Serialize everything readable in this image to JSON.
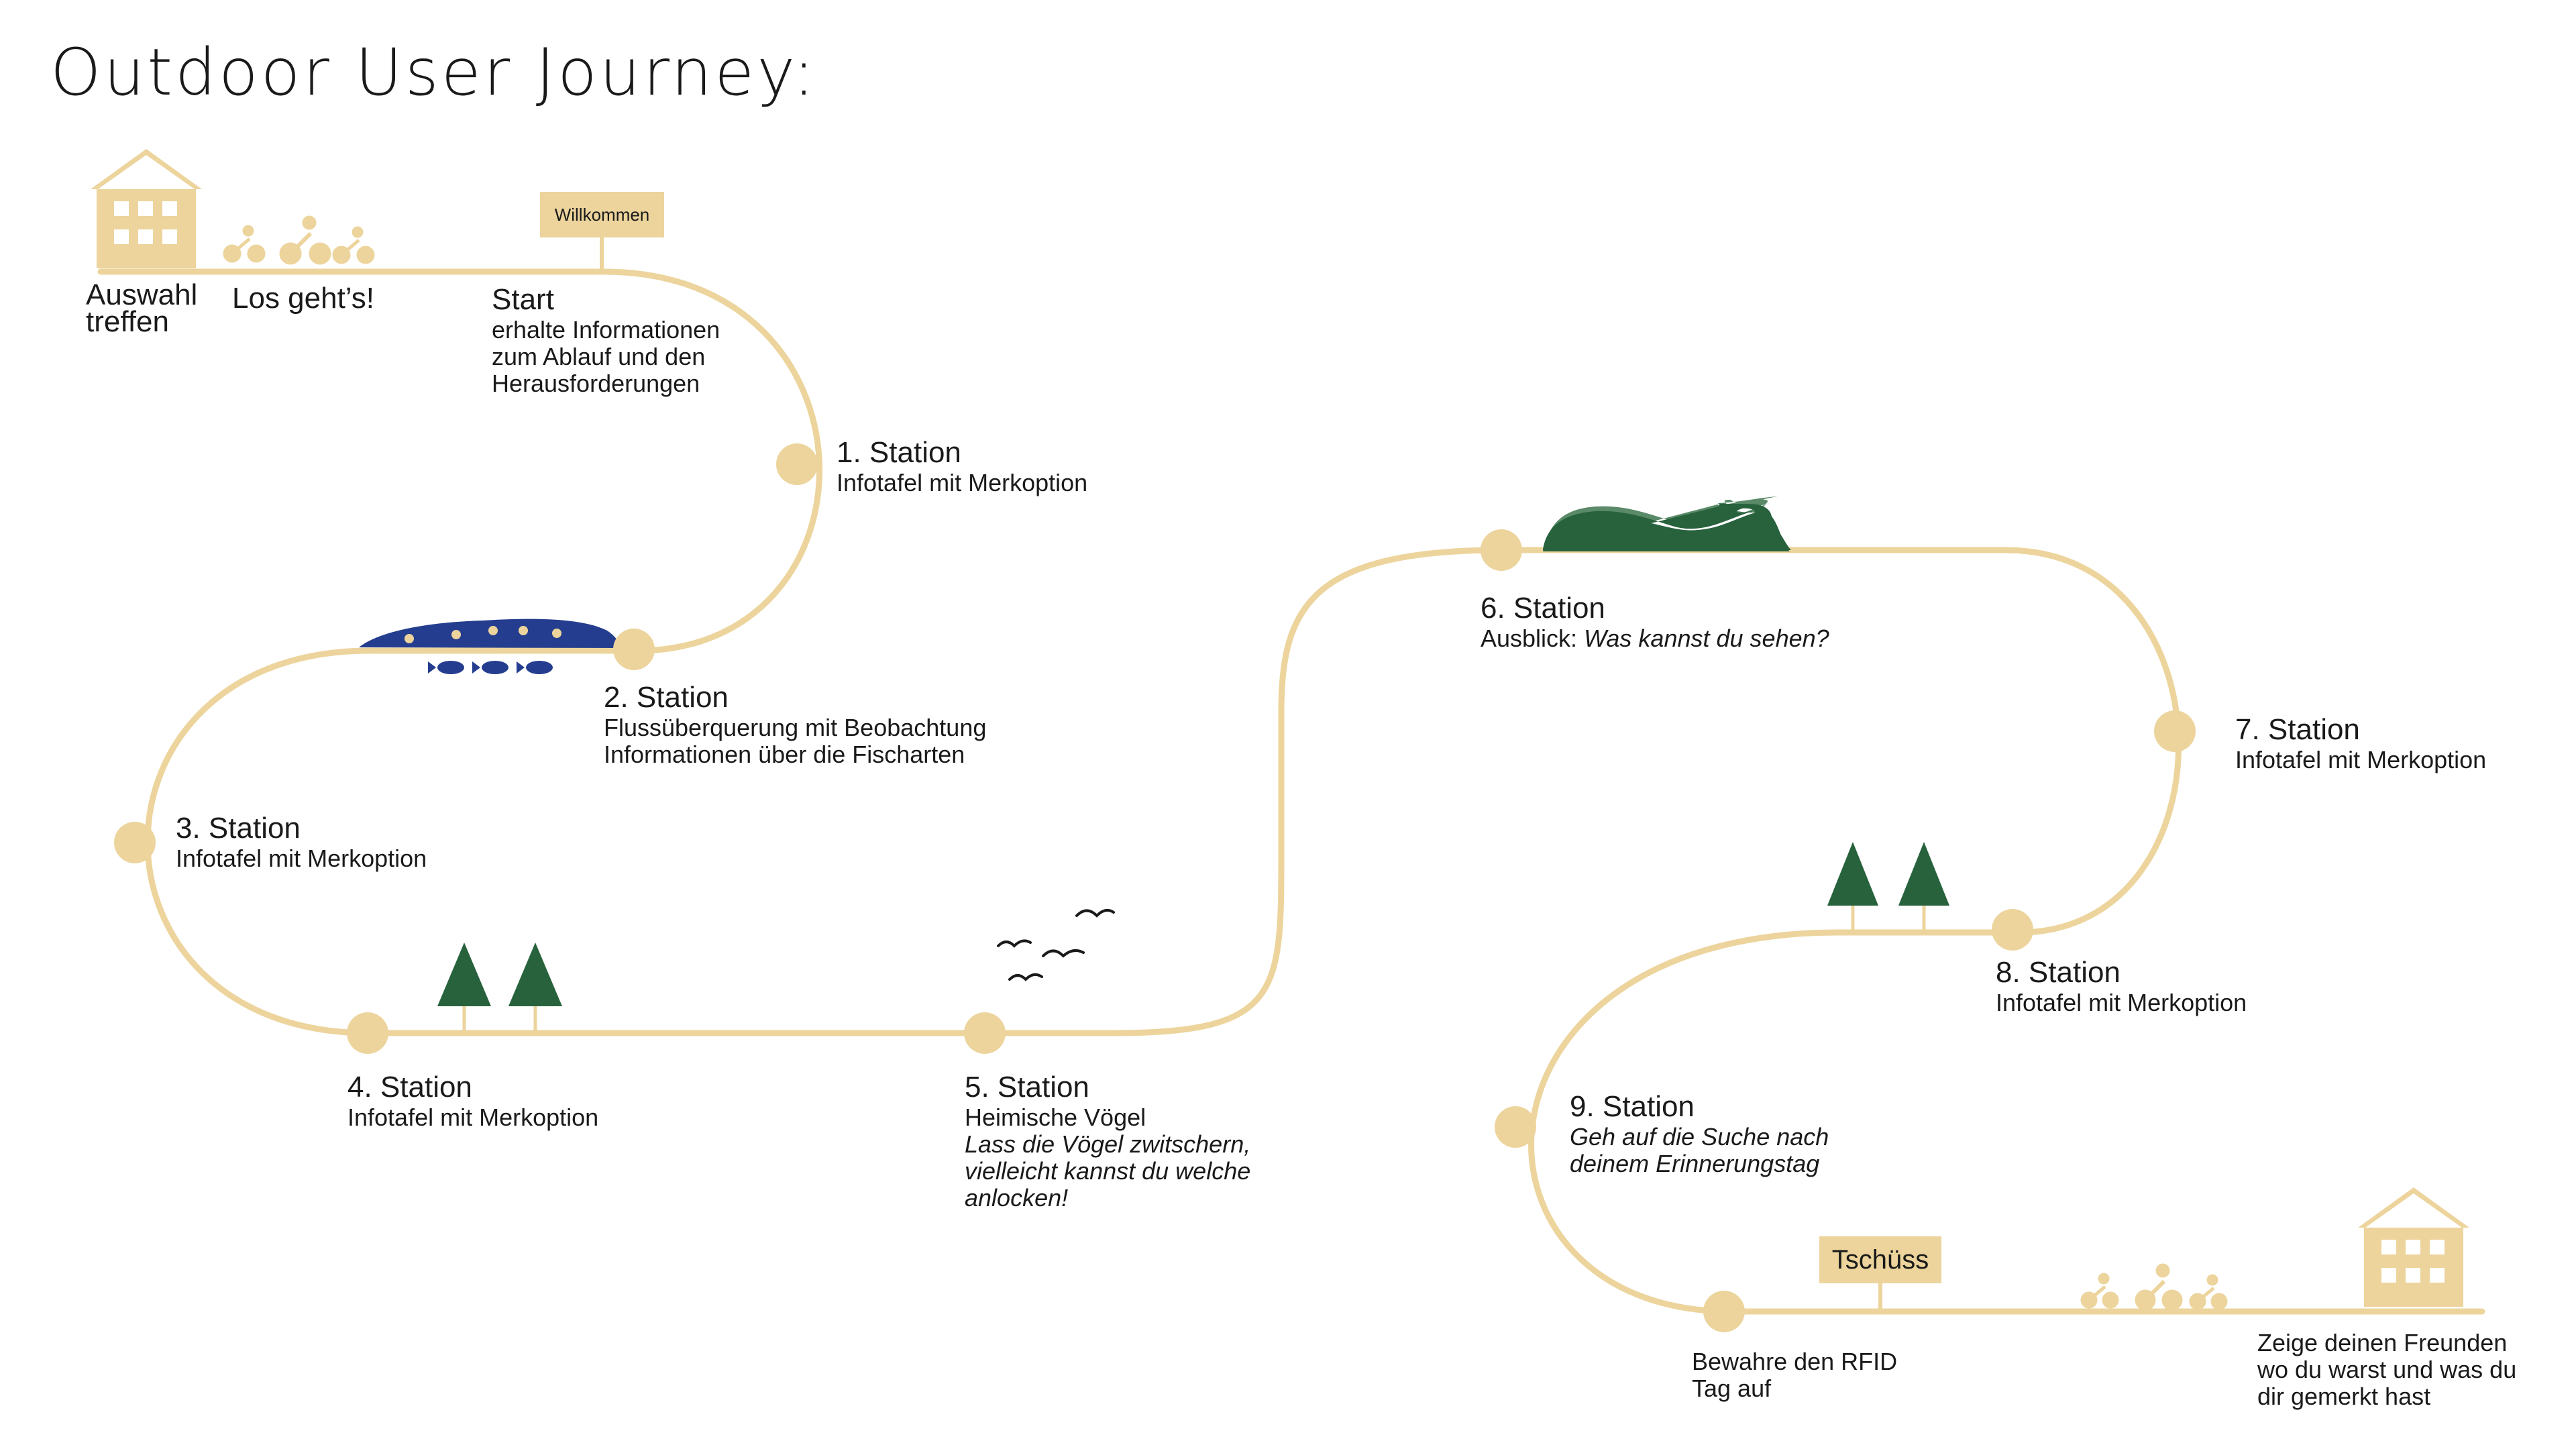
{
  "title": "Outdoor User Journey:",
  "colors": {
    "path": "#ecd49c",
    "station": "#ecd49c",
    "tree": "#27623d",
    "hill": "#27623d",
    "hill_back": "#5a8a68",
    "river": "#243d8e",
    "building": "#ecd49c",
    "text": "#1a1a1a"
  },
  "start": {
    "auswahl": "Auswahl treffen",
    "los": "Los geht’s!",
    "sign": "Willkommen",
    "start_title": "Start",
    "start_desc": [
      "erhalte Informationen",
      "zum Ablauf und den",
      "Herausforderungen"
    ]
  },
  "stations": [
    {
      "title": "1. Station",
      "lines": [
        "Infotafel mit Merkoption"
      ]
    },
    {
      "title": "2. Station",
      "lines": [
        "Flussüberquerung mit Beobachtung",
        "Informationen über die Fischarten"
      ]
    },
    {
      "title": "3. Station",
      "lines": [
        "Infotafel mit Merkoption"
      ]
    },
    {
      "title": "4. Station",
      "lines": [
        "Infotafel mit Merkoption"
      ]
    },
    {
      "title": "5. Station",
      "lines": [
        "Heimische Vögel"
      ],
      "italic": [
        "Lass die Vögel zwitschern,",
        "vielleicht kannst du welche",
        "anlocken!"
      ]
    },
    {
      "title": "6. Station",
      "prefix": "Ausblick:",
      "italic_inline": "Was kannst du sehen?"
    },
    {
      "title": "7. Station",
      "lines": [
        "Infotafel mit Merkoption"
      ]
    },
    {
      "title": "8. Station",
      "lines": [
        "Infotafel mit Merkoption"
      ]
    },
    {
      "title": "9. Station",
      "italic": [
        "Geh auf die Suche nach",
        "deinem Erinnerungstag"
      ]
    }
  ],
  "end": {
    "sign": "Tschüss",
    "rfid": [
      "Bewahre den RFID",
      "Tag auf"
    ],
    "friends": [
      "Zeige deinen Freunden",
      "wo du warst und was du",
      "dir gemerkt hast"
    ]
  },
  "icons": [
    "house-icon",
    "cyclists-icon",
    "river-icon",
    "fish-icon",
    "tree-icon",
    "birds-icon",
    "hill-icon",
    "signpost-icon"
  ]
}
